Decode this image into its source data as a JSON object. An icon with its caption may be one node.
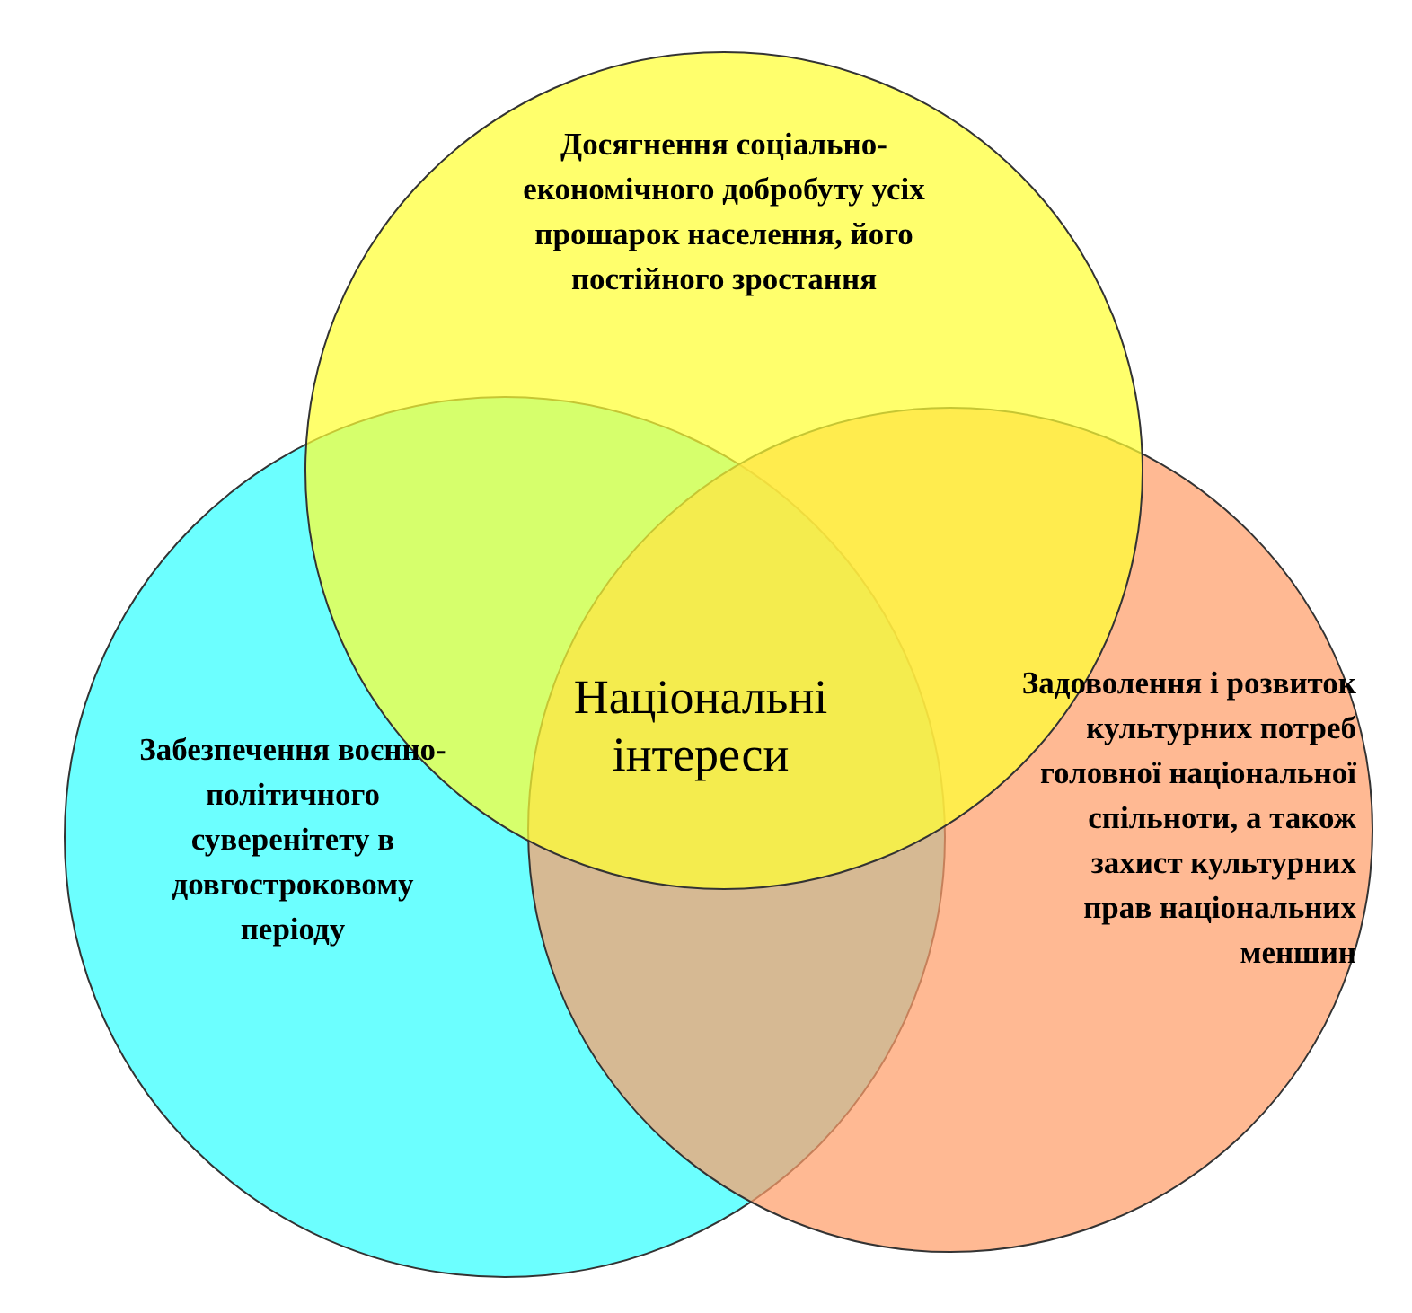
{
  "diagram": {
    "nodes": [
      {
        "text": [
          "Досягнення соціально-економічного добробуту усіх прошарок населення, його постійного зростання"
        ]
      },
      {
        "text": [
          "Забезпечення воєнно-політичного суверенітету в довгостроковому періоду"
        ]
      },
      {
        "text": [
          "Задоволення і розвиток культурних потреб головної національної спільноти, а також захист культурних прав національних меншин"
        ]
      }
    ],
    "labels": [
      "Національні інтереси"
    ]
  }
}
